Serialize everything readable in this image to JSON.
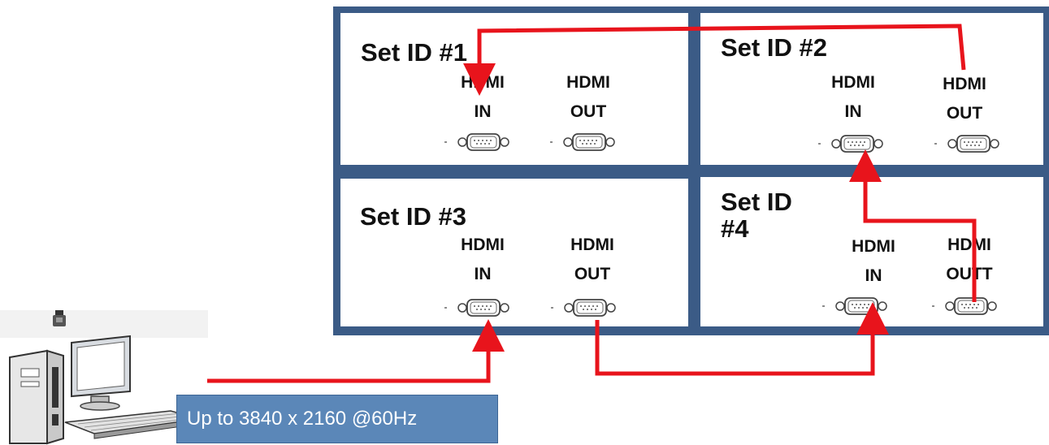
{
  "panels": [
    {
      "title": "Set ID #1",
      "in_top": "HDMI",
      "in_bottom": "IN",
      "out_top": "HDMI",
      "out_bottom": "OUT"
    },
    {
      "title": "Set ID #2",
      "in_top": "HDMI",
      "in_bottom": "IN",
      "out_top": "HDMI",
      "out_bottom": "OUT"
    },
    {
      "title": "Set ID #3",
      "in_top": "HDMI",
      "in_bottom": "IN",
      "out_top": "HDMI",
      "out_bottom": "OUT"
    },
    {
      "title_line1": "Set ID",
      "title_line2": "#4",
      "in_top": "HDMI",
      "in_bottom": "IN",
      "out_top": "HDMI",
      "out_bottom": "OUTT"
    }
  ],
  "source": {
    "resolution_label": "Up to 3840 x 2160 @60Hz"
  },
  "colors": {
    "wall_frame": "#3b5b86",
    "cable": "#e8141c",
    "spec_box": "#5b87b8"
  },
  "icons": [
    "d-sub-connector-icon",
    "desktop-pc-icon",
    "usb-plug-icon"
  ]
}
